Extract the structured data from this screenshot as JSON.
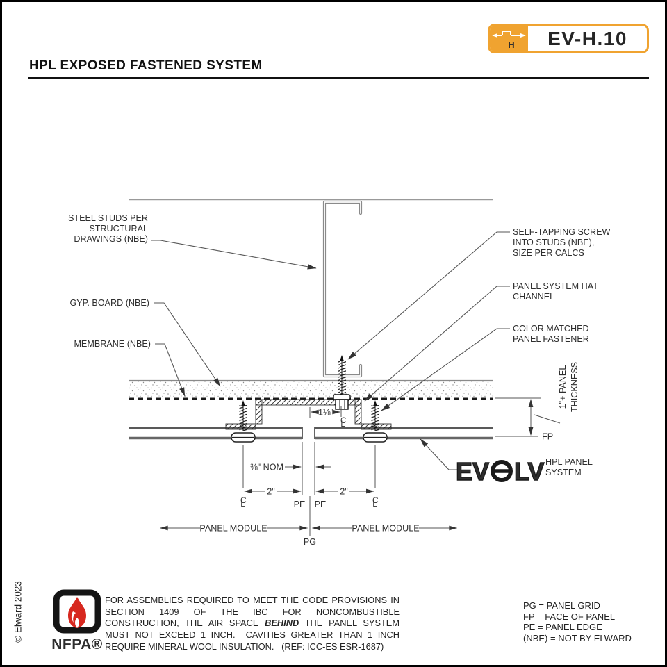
{
  "frame": {
    "copyright": "© Elward 2023"
  },
  "header": {
    "badge": {
      "code": "EV-H.10",
      "icon_letter": "H"
    },
    "title": "HPL EXPOSED FASTENED SYSTEM"
  },
  "diagram": {
    "callouts_left": {
      "steel_studs": [
        "STEEL STUDS PER",
        "STRUCTURAL",
        "DRAWINGS (NBE)"
      ],
      "gyp_board": "GYP. BOARD (NBE)",
      "membrane": "MEMBRANE (NBE)"
    },
    "callouts_right": {
      "self_tapping": [
        "SELF-TAPPING SCREW",
        "INTO STUDS (NBE),",
        "SIZE PER CALCS"
      ],
      "hat_channel": [
        "PANEL SYSTEM HAT",
        "CHANNEL"
      ],
      "fastener": [
        "COLOR MATCHED",
        "PANEL FASTENER"
      ]
    },
    "dims": {
      "offset": "1⅛\"",
      "gap": "⅜\" NOM",
      "two_left": "2\"",
      "two_right": "2\"",
      "panel_module_left": "PANEL MODULE",
      "panel_module_right": "PANEL MODULE",
      "panel_thickness": [
        "1\"+ PANEL",
        "THICKNESS"
      ],
      "fp": "FP",
      "pg": "PG",
      "pe_left": "PE",
      "pe_right": "PE"
    },
    "symbols": {
      "c": "C",
      "l": "L"
    },
    "logo": {
      "ev": "EV",
      "lv": "LV",
      "tagline": [
        "HPL PANEL",
        "SYSTEM"
      ]
    }
  },
  "footer": {
    "nfpa": "NFPA®",
    "note": {
      "pre": "FOR ASSEMBLIES REQUIRED TO MEET THE CODE PROVISIONS IN SECTION 1409 OF THE IBC FOR NONCOMBUSTIBLE CONSTRUCTION, THE AIR SPACE ",
      "bold": "BEHIND",
      "post": " THE PANEL SYSTEM MUST NOT EXCEED 1 INCH.  CAVITIES GREATER THAN 1 INCH REQUIRE MINERAL WOOL INSULATION.   (REF: ICC-ES ESR-1687)"
    },
    "legend": [
      "PG = PANEL GRID",
      "FP = FACE OF PANEL",
      "PE = PANEL EDGE",
      "(NBE) = NOT BY ELWARD"
    ]
  },
  "colors": {
    "accent_orange": "#F0A330",
    "nfpa_red": "#D7281F"
  }
}
